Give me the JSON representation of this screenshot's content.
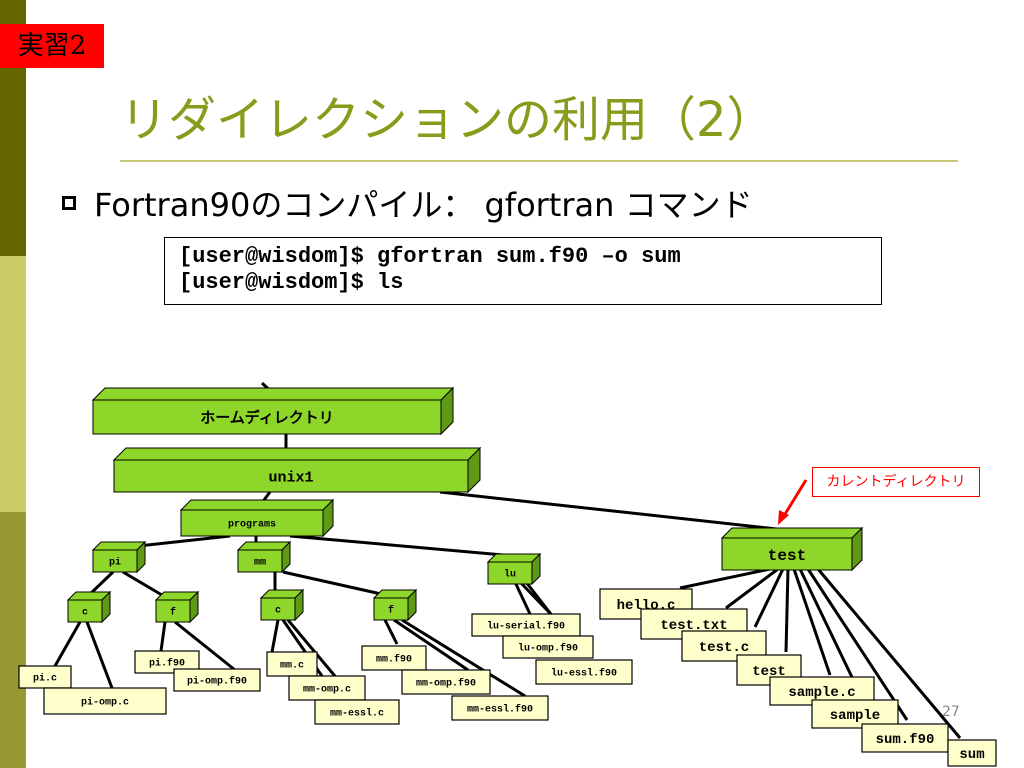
{
  "badge": "実習2",
  "title": "リダイレクションの利用（2）",
  "bullet": "Fortran90のコンパイル：  gfortran コマンド",
  "commands": [
    "[user@wisdom]$ gfortran sum.f90 –o sum",
    "[user@wisdom]$ ls"
  ],
  "callout": "カレントディレクトリ",
  "page_number": "27",
  "tree": {
    "home": "ホームディレクトリ",
    "unix1": "unix1",
    "programs": "programs",
    "pi": "pi",
    "mm": "mm",
    "lu": "lu",
    "test": "test",
    "pi_c_dir": "c",
    "pi_f_dir": "f",
    "mm_c_dir": "c",
    "mm_f_dir": "f",
    "files": {
      "pi_c": "pi.c",
      "pi_omp_c": "pi-omp.c",
      "pi_f90": "pi.f90",
      "pi_omp_f90": "pi-omp.f90",
      "mm_c": "mm.c",
      "mm_omp_c": "mm-omp.c",
      "mm_essl_c": "mm-essl.c",
      "mm_f90": "mm.f90",
      "mm_omp_f90": "mm-omp.f90",
      "mm_essl_f90": "mm-essl.f90",
      "lu_serial_f90": "lu-serial.f90",
      "lu_omp_f90": "lu-omp.f90",
      "lu_essl_f90": "lu-essl.f90",
      "hello_c": "hello.c",
      "test_txt": "test.txt",
      "test_c": "test.c",
      "test_bin": "test",
      "sample_c": "sample.c",
      "sample_bin": "sample",
      "sum_f90": "sum.f90",
      "sum_bin": "sum"
    }
  },
  "colors": {
    "folder_green": "#8fd62b",
    "folder_side": "#5f9a17",
    "file_fill": "#ffffcc",
    "title_olive": "#8a9a1a",
    "accent_red": "#ff0000"
  }
}
